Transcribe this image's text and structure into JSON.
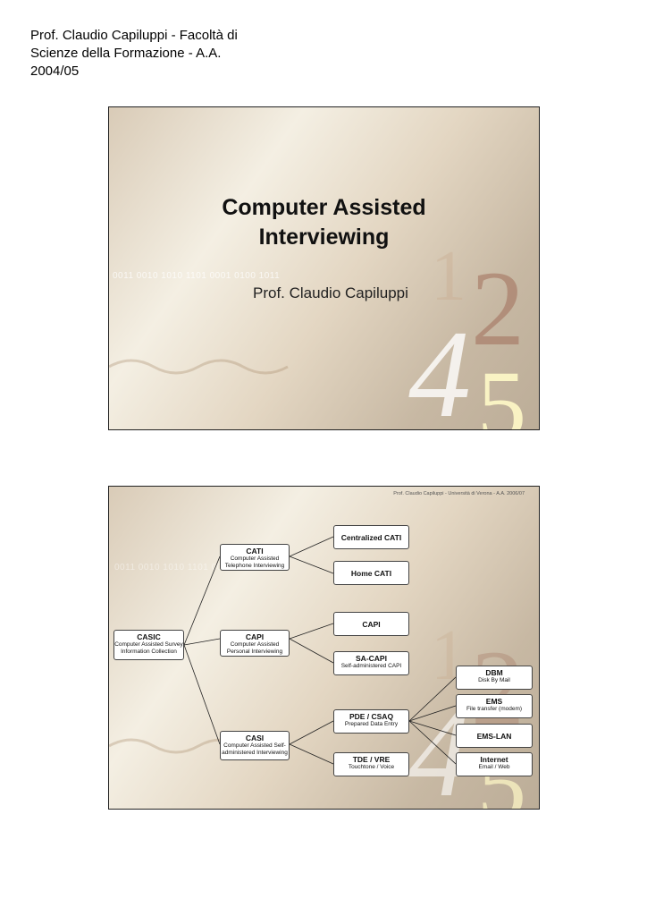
{
  "header": {
    "line1": "Prof. Claudio Capiluppi - Facoltà di",
    "line2": "Scienze della Formazione - A.A.",
    "line3": "2004/05"
  },
  "slide1": {
    "title_line1": "Computer Assisted",
    "title_line2": "Interviewing",
    "binary": "0011 0010 1010 1101 0001 0100 1011",
    "author": "Prof. Claudio Capiluppi",
    "deco_digits": [
      "1",
      "2",
      "4",
      "5"
    ]
  },
  "slide2": {
    "footer": "Prof. Claudio Capiluppi - Università di Verona - A.A. 2006/07",
    "binary": "0011 0010 1010 1101 0001 0100 1011",
    "nodes": {
      "casic": {
        "title": "CASIC",
        "sub": "Computer Assisted Survey Information Collection"
      },
      "cati": {
        "title": "CATI",
        "sub": "Computer Assisted Telephone Interviewing"
      },
      "capi": {
        "title": "CAPI",
        "sub": "Computer Assisted Personal Interviewing"
      },
      "casi": {
        "title": "CASI",
        "sub": "Computer Assisted Self-administered Interviewing"
      },
      "centralized_cati": {
        "title": "Centralized CATI"
      },
      "home_cati": {
        "title": "Home CATI"
      },
      "capi_leaf": {
        "title": "CAPI"
      },
      "sa_capi": {
        "title": "SA-CAPI",
        "sub": "Self-administered CAPI"
      },
      "pde_csaq": {
        "title": "PDE / CSAQ",
        "sub": "Prepared Data Entry"
      },
      "tde_vre": {
        "title": "TDE / VRE",
        "sub": "Touchtone / Voice"
      },
      "dbm": {
        "title": "DBM",
        "sub": "Disk By Mail"
      },
      "ems": {
        "title": "EMS",
        "sub": "File transfer (modem)"
      },
      "ems_lan": {
        "title": "EMS-LAN"
      },
      "internet": {
        "title": "Internet",
        "sub": "Email / Web"
      }
    }
  }
}
